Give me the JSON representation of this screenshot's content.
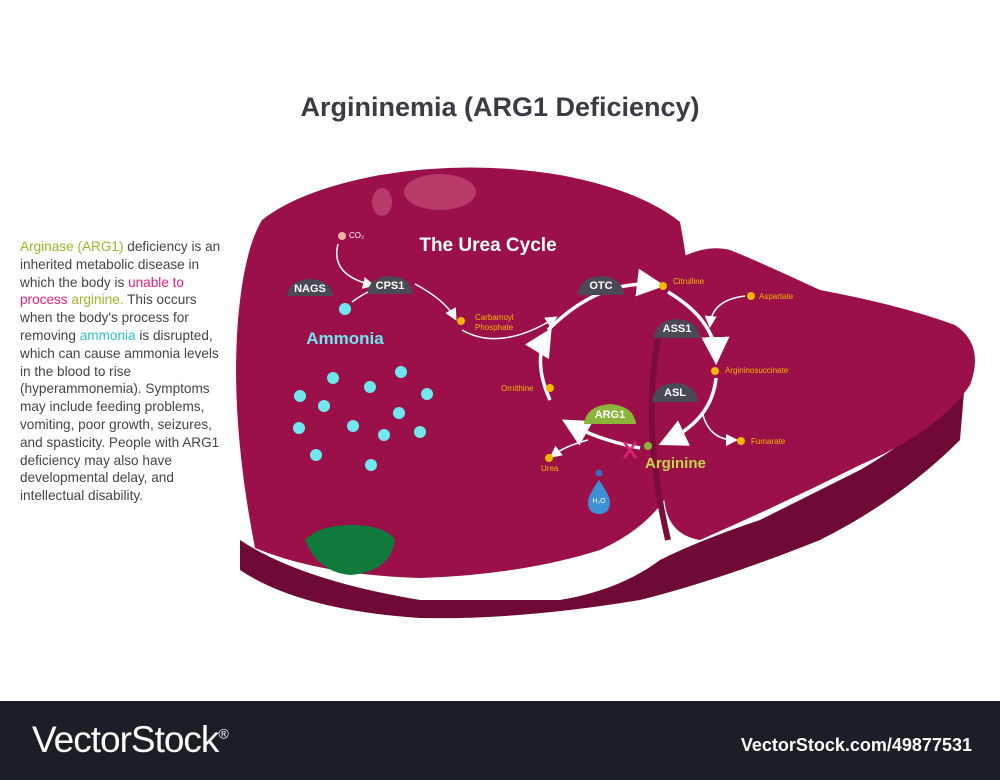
{
  "title": "Argininemia (ARG1 Deficiency)",
  "description": {
    "p1": "Arginase (ARG1)",
    "p2": " deficiency is an inherited metabolic disease in which the body is ",
    "p3": "unable to process",
    "p4": " ",
    "p5": "arginine.",
    "p6": " This occurs when the body's process for removing ",
    "p7": "ammonia",
    "p8": " is disrupted, which can cause ammonia levels in the blood to rise (hyperammonemia). Symptoms may include feeding problems, vomiting, poor growth, seizures, and spasticity. People with ARG1 deficiency may also have developmental delay, and intellectual disability."
  },
  "diagram": {
    "cycle_title": "The Urea Cycle",
    "co2": "CO₂",
    "ammonia": "Ammonia",
    "enzymes": {
      "nags": "NAGS",
      "cps1": "CPS1",
      "otc": "OTC",
      "ass1": "ASS1",
      "asl": "ASL",
      "arg1": "ARG1"
    },
    "metabolites": {
      "carbamoyl1": "Carbamoyl",
      "carbamoyl2": "Phosphate",
      "citrulline": "Citrulline",
      "aspartate": "Aspartate",
      "argininosuccinate": "Argininosuccinate",
      "fumarate": "Fumarate",
      "ornithine": "Ornithine",
      "urea": "Urea",
      "arginine": "Arginine",
      "water": "H₂O"
    }
  },
  "colors": {
    "liver": "#9b1048",
    "liver_dark": "#6e0a34",
    "gallbladder": "#0f7a3c",
    "enzyme": "#4a4a52",
    "arg1": "#8db43a",
    "metabolite_dot": "#f5b800",
    "ammonia": "#6ee8ee"
  },
  "footer": {
    "brand": "VectorStock",
    "reg": "®",
    "ref": "VectorStock.com/49877531"
  }
}
